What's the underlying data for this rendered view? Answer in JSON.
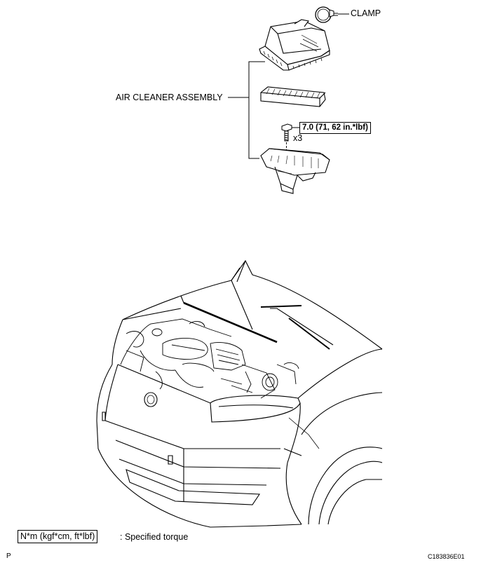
{
  "labels": {
    "clamp": "CLAMP",
    "air_cleaner_assembly": "AIR CLEANER ASSEMBLY",
    "torque_spec": "7.0 (71, 62 in.*lbf)",
    "quantity": "x3"
  },
  "legend": {
    "unit_box": "N*m (kgf*cm, ft*lbf)",
    "description": ": Specified torque"
  },
  "footer": {
    "left_mark": "P",
    "figure_id": "C183836E01"
  }
}
